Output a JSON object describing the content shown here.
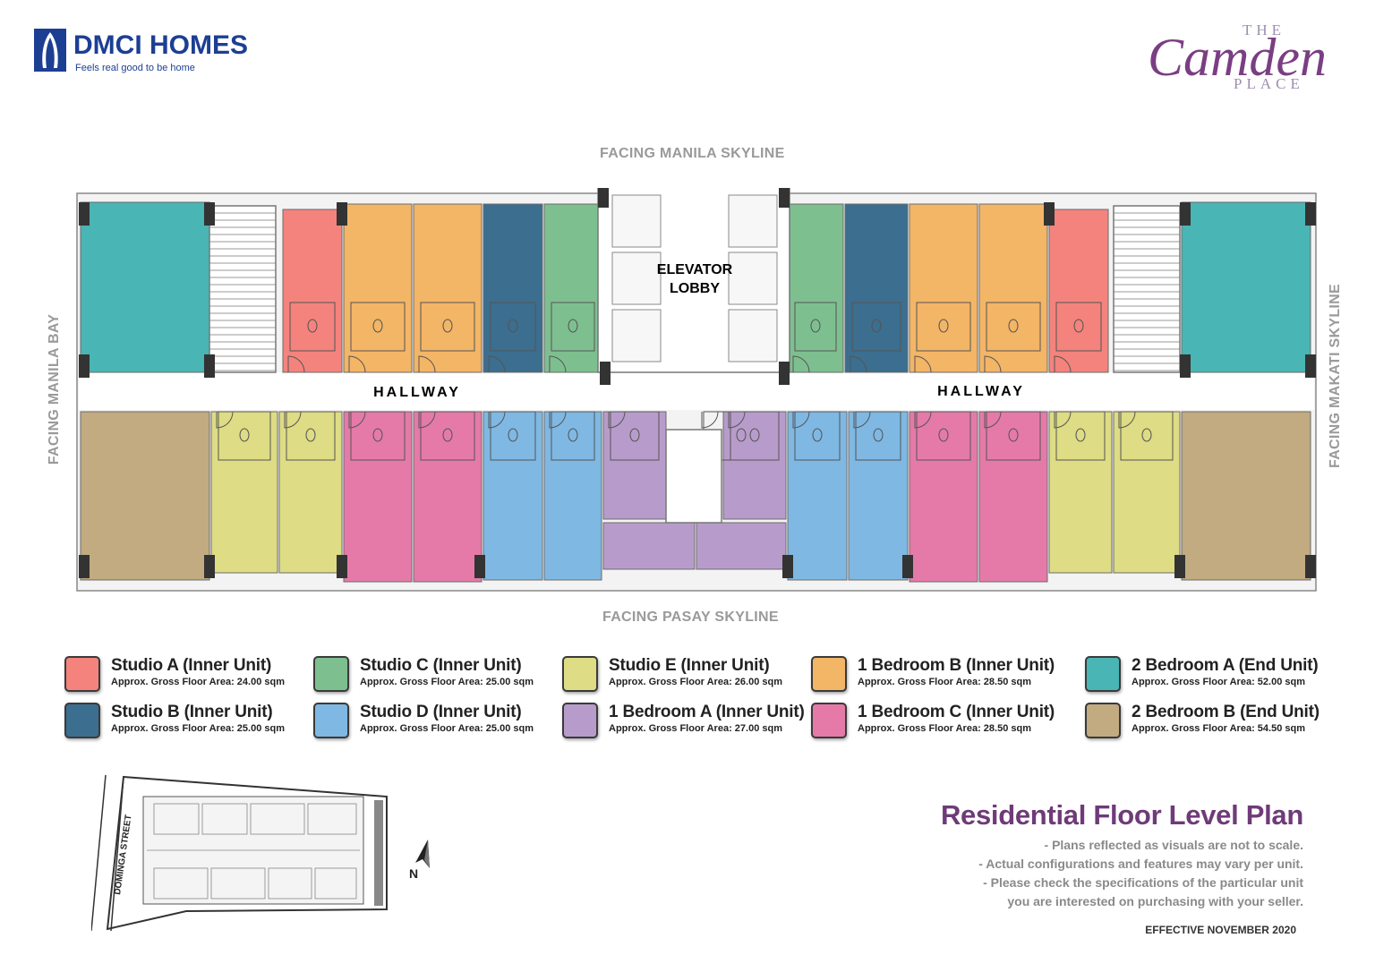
{
  "header": {
    "brand_name": "DMCI HOMES",
    "brand_tagline": "Feels real good to be home",
    "project_the": "THE",
    "project_name": "Camden",
    "project_place": "PLACE"
  },
  "facing": {
    "north": "FACING MANILA SKYLINE",
    "south": "FACING PASAY SKYLINE",
    "west": "FACING MANILA BAY",
    "east": "FACING MAKATI SKYLINE"
  },
  "plan": {
    "elevator_lobby_line1": "ELEVATOR",
    "elevator_lobby_line2": "LOBBY",
    "hallway_left": "HALLWAY",
    "hallway_right": "HALLWAY"
  },
  "legend": [
    {
      "name": "Studio A (Inner Unit)",
      "area": "Approx. Gross Floor Area: 24.00 sqm",
      "color": "#f4837d"
    },
    {
      "name": "Studio C (Inner Unit)",
      "area": "Approx. Gross Floor Area: 25.00 sqm",
      "color": "#7ebf90"
    },
    {
      "name": "Studio E (Inner Unit)",
      "area": "Approx. Gross Floor Area: 26.00 sqm",
      "color": "#dedc84"
    },
    {
      "name": "1 Bedroom B (Inner Unit)",
      "area": "Approx. Gross Floor Area: 28.50 sqm",
      "color": "#f3b566"
    },
    {
      "name": "2 Bedroom A (End Unit)",
      "area": "Approx. Gross Floor Area: 52.00 sqm",
      "color": "#49b5b4"
    },
    {
      "name": "Studio B (Inner Unit)",
      "area": "Approx. Gross Floor Area: 25.00 sqm",
      "color": "#3b6e8f"
    },
    {
      "name": "Studio D (Inner Unit)",
      "area": "Approx. Gross Floor Area: 25.00 sqm",
      "color": "#7fb8e3"
    },
    {
      "name": "1 Bedroom A (Inner Unit)",
      "area": "Approx. Gross Floor Area: 27.00 sqm",
      "color": "#b79ccb"
    },
    {
      "name": "1 Bedroom C (Inner Unit)",
      "area": "Approx. Gross Floor Area: 28.50 sqm",
      "color": "#e57aa9"
    },
    {
      "name": "2 Bedroom B (End Unit)",
      "area": "Approx. Gross Floor Area: 54.50 sqm",
      "color": "#c2ab80"
    }
  ],
  "site": {
    "street": "DOMINGA STREET",
    "north": "N"
  },
  "notes": {
    "title": "Residential Floor Level Plan",
    "line1": "- Plans reflected as visuals are not to scale.",
    "line2": "- Actual configurations and features may vary per unit.",
    "line3": "- Please check the specifications of the particular unit",
    "line4": "you are interested on purchasing with your seller.",
    "effective": "EFFECTIVE NOVEMBER 2020"
  }
}
